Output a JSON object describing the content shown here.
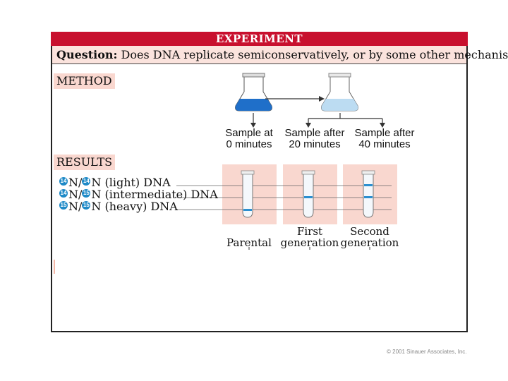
{
  "header": {
    "title": "EXPERIMENT"
  },
  "question": {
    "label": "Question:",
    "text": "Does DNA replicate semiconservatively, or by some other mechanism?"
  },
  "method": {
    "label": "METHOD"
  },
  "results": {
    "label": "RESULTS"
  },
  "samples": [
    {
      "line1": "Sample at",
      "line2": "0 minutes"
    },
    {
      "line1": "Sample after",
      "line2": "20 minutes"
    },
    {
      "line1": "Sample after",
      "line2": "40 minutes"
    }
  ],
  "generations": [
    {
      "line1": "",
      "line2": "Parental"
    },
    {
      "line1": "First",
      "line2": "generation"
    },
    {
      "line1": "Second",
      "line2": "generation"
    }
  ],
  "dna_types": [
    {
      "iso_a": "14",
      "iso_b": "14",
      "label": "N (light) DNA"
    },
    {
      "iso_a": "14",
      "iso_b": "15",
      "label": "N (intermediate) DNA"
    },
    {
      "iso_a": "15",
      "iso_b": "15",
      "label": "N (heavy) DNA"
    }
  ],
  "colors": {
    "header": "#c8102e",
    "flask_dark": "#1f6fc9",
    "flask_light": "#bcdcf2",
    "result_bg": "#f9d7cf",
    "band": "#2b8fd0"
  },
  "copyright": "© 2001 Sinauer Associates, Inc."
}
